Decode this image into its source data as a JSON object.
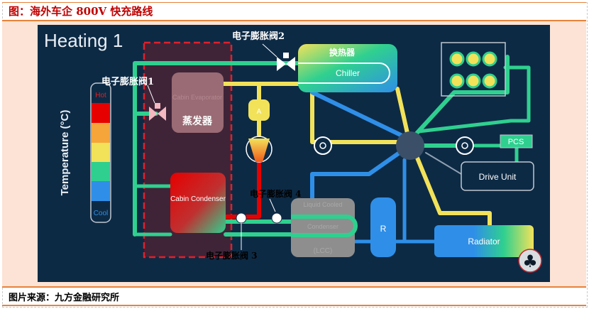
{
  "header": {
    "title": "图：海外车企 800V 快充路线"
  },
  "diagram": {
    "heading": "Heating 1",
    "temperature_axis": "Temperature (°C)",
    "scale_hot": "Hot",
    "scale_cool": "Cool",
    "scale_colors": [
      "#e60000",
      "#f6a53a",
      "#f2e25a",
      "#2fd08f",
      "#2f8fe8"
    ],
    "valve1": "电子膨胀阀1",
    "valve2": "电子膨胀阀2",
    "valve3": "电子膨胀阀 3",
    "valve4": "电子膨胀阀 4",
    "evaporator_en": "Cabin Evaporator",
    "evaporator_cn": "蒸发器",
    "condenser": "Cabin Condenser",
    "accumulator": "A",
    "chiller_cn": "换热器",
    "chiller": "Chiller",
    "pcs": "PCS",
    "drive_unit": "Drive Unit",
    "lcc_line1": "Liquid Cooled",
    "lcc_line2": "Condenser",
    "lcc_line3": "(LCC)",
    "receiver": "R",
    "radiator": "Radiator"
  },
  "footer": {
    "source": "图片来源：九方金融研究所"
  }
}
